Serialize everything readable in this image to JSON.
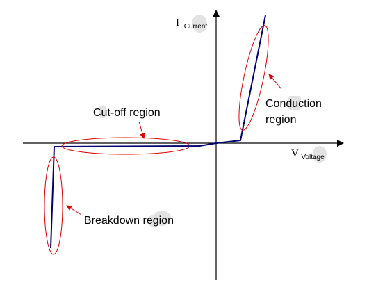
{
  "axes": {
    "y_label_main": "I",
    "y_label_sub": "Current",
    "x_label_main": "V",
    "x_label_sub": "Voltage"
  },
  "regions": {
    "cutoff": "Cut-off region",
    "conduction_line1": "Conduction",
    "conduction_line2": "region",
    "breakdown": "Breakdown region"
  },
  "colors": {
    "axis": "#000000",
    "curve": "#00006e",
    "highlight": "#e00000",
    "label_shade": "#d9d9d9"
  }
}
